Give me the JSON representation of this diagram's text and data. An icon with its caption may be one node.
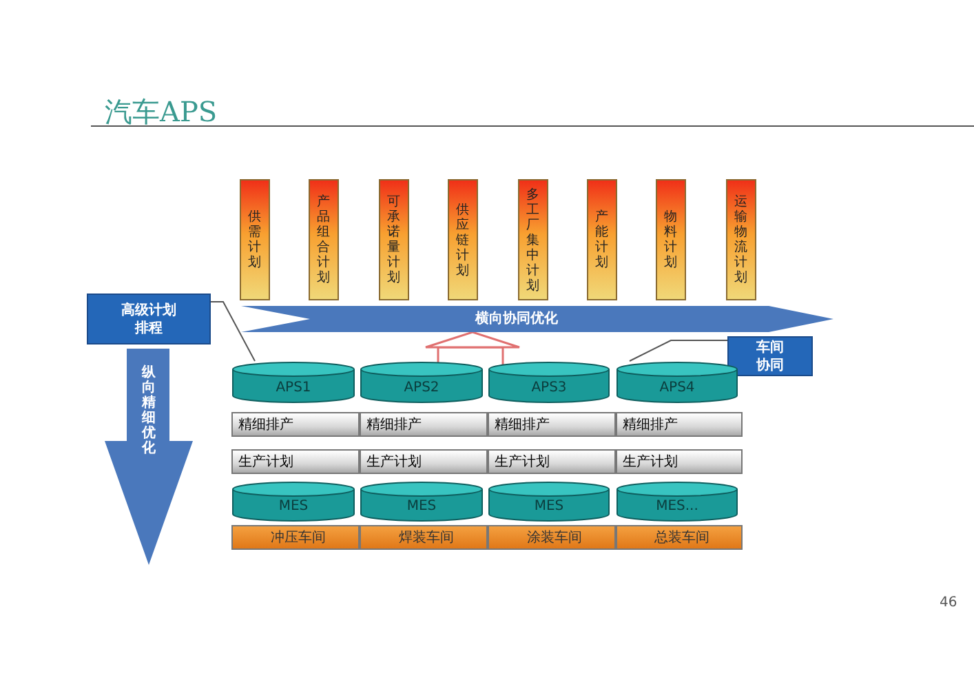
{
  "diagram": {
    "title": "汽车APS",
    "nodes": [
      {
        "text": [
          "供需计划"
        ]
      },
      {
        "text": [
          "产品组合计划"
        ]
      },
      {
        "text": [
          "可承诺量计划"
        ]
      },
      {
        "text": [
          "供应链计划"
        ]
      },
      {
        "text": [
          "多工厂集中计划"
        ]
      },
      {
        "text": [
          "产能计划"
        ]
      },
      {
        "text": [
          "物料计划"
        ]
      },
      {
        "text": [
          "运输物流计划"
        ]
      },
      {
        "text": [
          "高级计划排程"
        ]
      },
      {
        "text": [
          "纵向精细优化"
        ]
      },
      {
        "text": [
          "横向协同优化"
        ]
      },
      {
        "text": [
          "车间协同"
        ]
      },
      {
        "text": [
          "APS1"
        ]
      },
      {
        "text": [
          "APS2"
        ]
      },
      {
        "text": [
          "APS3"
        ]
      },
      {
        "text": [
          "APS4"
        ]
      },
      {
        "text": [
          "精细排产"
        ]
      },
      {
        "text": [
          "精细排产"
        ]
      },
      {
        "text": [
          "精细排产"
        ]
      },
      {
        "text": [
          "精细排产"
        ]
      },
      {
        "text": [
          "生产计划"
        ]
      },
      {
        "text": [
          "生产计划"
        ]
      },
      {
        "text": [
          "生产计划"
        ]
      },
      {
        "text": [
          "生产计划"
        ]
      },
      {
        "text": [
          "MES"
        ]
      },
      {
        "text": [
          "MES"
        ]
      },
      {
        "text": [
          "MES"
        ]
      },
      {
        "text": [
          "MES..."
        ]
      },
      {
        "text": [
          "冲压车间"
        ]
      },
      {
        "text": [
          "焊装车间"
        ]
      },
      {
        "text": [
          "涂装车间"
        ]
      },
      {
        "text": [
          "总装车间"
        ]
      }
    ],
    "edges": [
      {
        "from": 8,
        "to": 12,
        "arrow": "none"
      },
      {
        "from": 11,
        "to": 15,
        "arrow": "none"
      },
      {
        "from": 13,
        "to": 10,
        "arrow": "to",
        "color": "#e07070"
      },
      {
        "from": 14,
        "to": 10,
        "arrow": "to",
        "color": "#e07070"
      }
    ],
    "labels": [
      "46"
    ]
  }
}
